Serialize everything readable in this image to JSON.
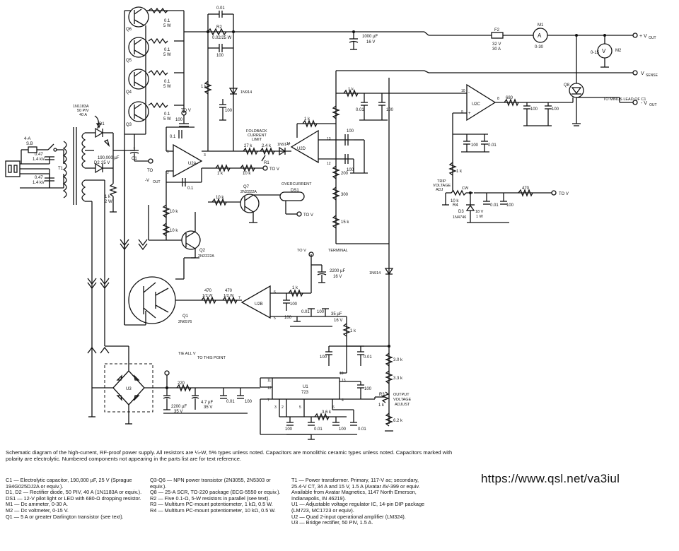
{
  "caption": "Schematic diagram of the high-current, RF-proof power supply. All resistors are ¼-W, 5% types unless noted. Capacitors are monolithic ceramic types unless noted. Capacitors marked with polarity are electrolytic. Numbered components not appearing in the parts list are for text reference.",
  "url": "https://www.qsl.net/va3iul",
  "parts_col1": [
    "C1 — Electrolytic capacitor, 190,000 µF, 25 V (Sprague 194G025DJ2A or equiv.).",
    "D1, D2 — Rectifier diode, 50 PIV, 40 A (1N1183A or equiv.).",
    "DS1 — 12-V pilot light or LED with 680-Ω dropping resistor.",
    "M1 — Dc ammeter, 0-30 A.",
    "M2 — Dc voltmeter, 0-15 V.",
    "Q1 — 5 A or greater Darlington transistor (see text)."
  ],
  "parts_col2": [
    "Q3-Q6 — NPN power transistor (2N3055, 2N5303 or equiv.).",
    "Q8 — 25-A SCR, TO-220 package (ECG-5550 or equiv.).",
    "R2 — Five 0.1-Ω, 5-W resistors in parallel (see text).",
    "R3 — Multiturn PC-mount potentiometer, 1 kΩ, 0.5 W.",
    "R4 — Multiturn PC-mount potentiometer, 10 kΩ, 0.5 W."
  ],
  "parts_col3": [
    "T1 — Power transformer. Primary, 117-V ac; secondary, 25.4-V CT, 34 A and 15 V, 1.5 A (Avatar AV-399 or equiv. Available from Avatar Magnetics, 1147 North Emerson, Indianapolis, IN 46219).",
    "U1 — Adjustable voltage regulator IC, 14-pin DIP package (LM723, MC1723 or equiv).",
    "U2 — Quad 2-input operational amplifier (LM324).",
    "U3 — Bridge rectifier, 50 PIV, 1.5 A."
  ],
  "labels": {
    "q6": "Q6",
    "q5": "Q5",
    "q4": "Q4",
    "q3": "Q3",
    "r01a": "0.1",
    "r5w": "5 W",
    "c001": "0.01",
    "r2": "R2",
    "r2v": "0.02/25 W",
    "c100": "100",
    "d1n914": "1N914",
    "c1000": "1000 µF",
    "v16": "16 V",
    "f2": "F2",
    "f2v": "32 V",
    "f2a": "30 A",
    "m1": "M1",
    "m1r": "0-30",
    "m2": "M2",
    "m2r": "0-15",
    "vout_p": "+ V",
    "vout_sub": "OUT",
    "vsense": "V",
    "vsense_sub": "SENSE",
    "q8": "Q8",
    "minus_lead": "TO MINUS LEAD OF C1",
    "vout_m": "- V",
    "vout_m_sub": "OUT",
    "u2c": "U2C",
    "r680": "680",
    "r1k": "1 k",
    "r10k": "10 k",
    "u2d": "U2D",
    "r200": "200",
    "r300": "300",
    "r15k": "15 k",
    "foldback": "FOLDBACK",
    "current": "CURRENT",
    "limit": "LIMIT",
    "r27k": "27 k",
    "r24k": "2.4 k",
    "r1": "R1",
    "u2a": "U2A",
    "to_vin": "TO V",
    "in_sub": "IN",
    "overcurrent": "OVERCURRENT",
    "ds1": "DS1",
    "q7": "Q7",
    "q7t": "2N2222A",
    "q2": "Q2",
    "q2t": "2N2222A",
    "trip": "TRIP",
    "voltage": "VOLTAGE",
    "adj": "ADJ",
    "r4": "R4",
    "cw": "CW",
    "d3": "D3",
    "d3t": "1N4746",
    "d3v": "18 V",
    "d3w": "1 W",
    "r470": "470",
    "to_vsense": "TO V",
    "terminal": "TERMINAL",
    "c2200": "2200 µF",
    "u2b": "U2B",
    "c35": "35 µF",
    "v16b": "16 V",
    "q1": "Q1",
    "q1t": "2N6576",
    "r470w": "1/2 W",
    "tie": "TIE ALL V",
    "tie2": "TO THIS POINT",
    "u3": "U3",
    "r220": "220",
    "c2200b": "2200 µF",
    "v35": "35 V",
    "c47": "4.7 µF",
    "u1": "U1",
    "u1t": "723",
    "r3": "R3",
    "out": "OUTPUT",
    "vadj": "VOLTAGE",
    "adjust": "ADJUST",
    "r30k": "3.0 k",
    "r33k": "3.3 k",
    "r62k": "6.2 k",
    "r36k": "3.6 k",
    "d1": "D1",
    "d2": "D2",
    "d1t": "1N1183A",
    "piv": "50 PIV",
    "a40": "40 A",
    "t1": "T1",
    "c1": "C1",
    "c1v": "190,000 µF",
    "v25": "25 V",
    "to_vout": "TO",
    "vout2": "-V",
    "vout2_sub": "OUT",
    "fuse": "4-A",
    "sb": "S.B",
    "c047": "0.47",
    "kv14": "1.4 kV",
    "r1k2w": "1 k",
    "w2": "2 W",
    "r10k2": "10 k"
  }
}
